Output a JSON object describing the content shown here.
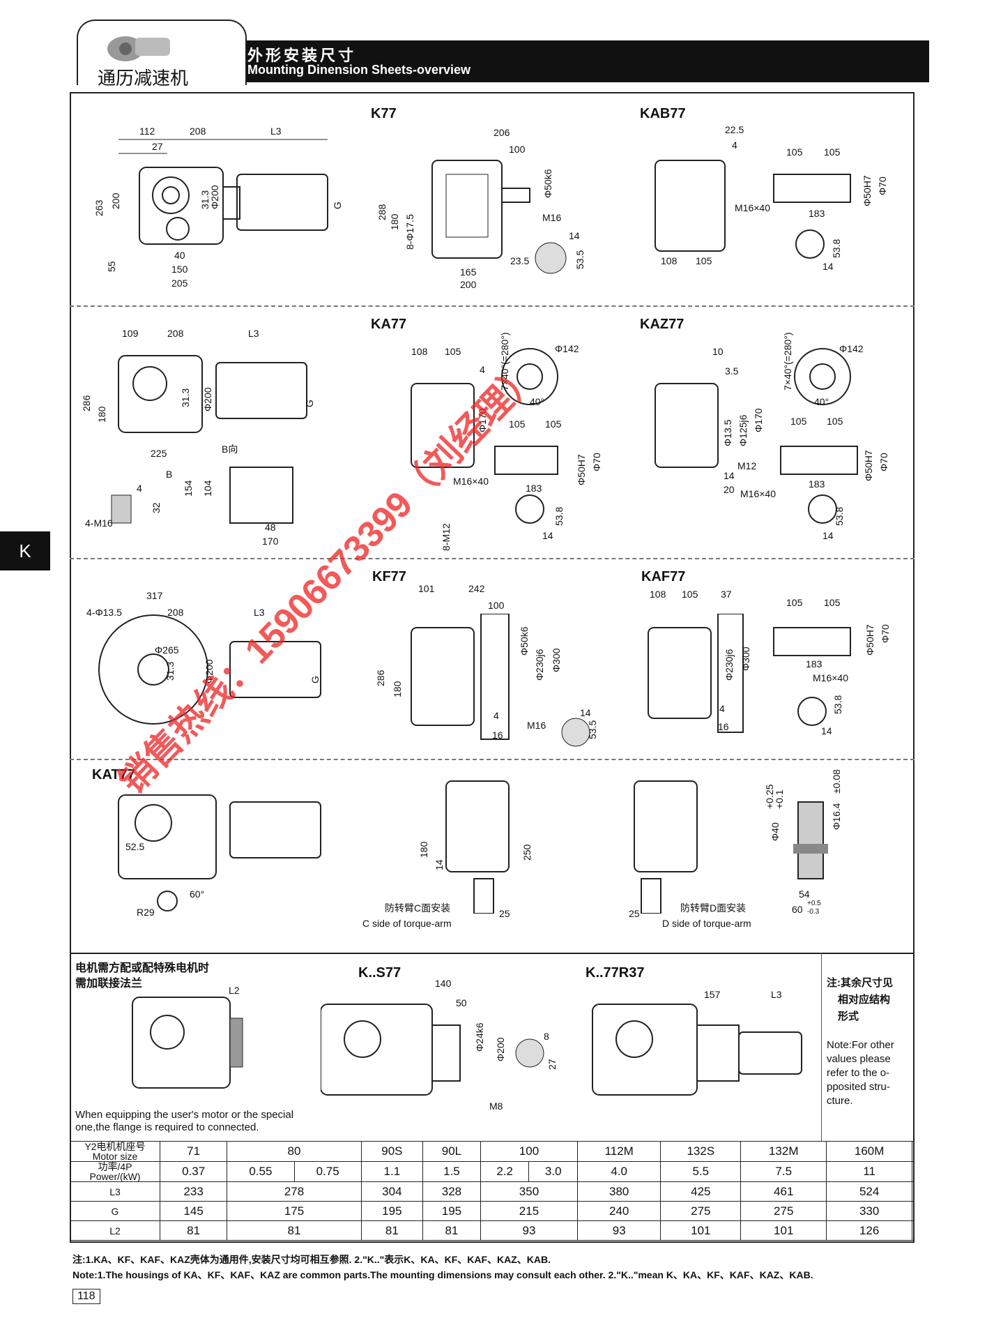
{
  "header": {
    "brand": "通历减速机",
    "title_cn": "外形安装尺寸",
    "title_en": "Mounting Dinension Sheets-overview"
  },
  "side_tab": "K",
  "sections": {
    "k77": {
      "title": "K77",
      "dims": [
        "112",
        "208",
        "L3",
        "27",
        "263",
        "200",
        "31.3",
        "Φ200",
        "G",
        "55",
        "40",
        "150",
        "205"
      ],
      "front_dims": [
        "206",
        "100",
        "Φ50k6",
        "288",
        "180",
        "8-Φ17.5",
        "M16",
        "14",
        "53.5",
        "23.5",
        "165",
        "200"
      ]
    },
    "kab77": {
      "title": "KAB77",
      "dims": [
        "22.5",
        "4",
        "105",
        "105",
        "M16×40",
        "Φ50H7",
        "Φ70",
        "183",
        "53.8",
        "14",
        "108",
        "105"
      ]
    },
    "ka77": {
      "title": "KA77",
      "dims": [
        "109",
        "208",
        "L3",
        "286",
        "180",
        "31.3",
        "Φ200",
        "G",
        "225",
        "B",
        "B向",
        "154",
        "104",
        "4-M16",
        "4",
        "32",
        "48",
        "170"
      ],
      "front_dims": [
        "108",
        "105",
        "4",
        "7×40°(=280°)",
        "Φ142",
        "40°",
        "Φ170",
        "105",
        "105",
        "M16×40",
        "Φ50H7",
        "Φ70",
        "183",
        "53.8",
        "14",
        "8-M12"
      ]
    },
    "kaz77": {
      "title": "KAZ77",
      "dims": [
        "10",
        "3.5",
        "7×40°(=280°)",
        "Φ142",
        "40°",
        "Φ13.5",
        "Φ125j6",
        "Φ170",
        "M12",
        "14",
        "20",
        "105",
        "105",
        "M16×40",
        "Φ50H7",
        "Φ70",
        "183",
        "53.8",
        "14"
      ]
    },
    "kf77": {
      "title": "KF77",
      "dims": [
        "317",
        "4-Φ13.5",
        "208",
        "L3",
        "Φ265",
        "31.3",
        "Φ200",
        "G",
        "101",
        "242",
        "100",
        "Φ50k6",
        "Φ230j6",
        "Φ300",
        "286",
        "180",
        "4",
        "16",
        "M16",
        "14",
        "53.5"
      ]
    },
    "kaf77": {
      "title": "KAF77",
      "dims": [
        "108",
        "105",
        "37",
        "Φ230j6",
        "Φ300",
        "4",
        "16",
        "105",
        "105",
        "Φ50H7",
        "Φ70",
        "183",
        "M16×40",
        "53.8",
        "14"
      ]
    },
    "kat77": {
      "title": "KAT77",
      "dims": [
        "52.5",
        "R29",
        "60°",
        "180",
        "14",
        "250",
        "25",
        "25",
        "Φ40",
        "+0.25",
        "+0.1",
        "Φ16.4",
        "±0.08",
        "54",
        "60",
        "+0.5",
        "-0.3"
      ],
      "c_side_cn": "防转臂C面安装",
      "c_side_en": "C side of torque-arm",
      "d_side_cn": "防转臂D面安装",
      "d_side_en": "D side of torque-arm"
    },
    "flange": {
      "note_cn_1": "电机需方配或配特殊电机时",
      "note_cn_2": "需加联接法兰",
      "l2": "L2",
      "note_en_1": "When equipping the user's motor or the special",
      "note_en_2": "one,the flange is required to connected."
    },
    "ks77": {
      "title": "K..S77",
      "dims": [
        "140",
        "50",
        "Φ24k6",
        "Φ200",
        "M8",
        "8",
        "27"
      ]
    },
    "k77r37": {
      "title": "K..77R37",
      "dims": [
        "157",
        "L3"
      ]
    },
    "side_note": {
      "cn_1": "注:其余尺寸见",
      "cn_2": "相对应结构",
      "cn_3": "形式",
      "en_1": "Note:For other",
      "en_2": "values please",
      "en_3": "refer to the o-",
      "en_4": "pposited stru-",
      "en_5": "cture."
    }
  },
  "watermark": {
    "line1": "销售热线：15906673399（刘经理）"
  },
  "spec_table": {
    "row_motor_cn": "Y2电机机座号",
    "row_motor_en": "Motor size",
    "row_power_cn": "功率/4P",
    "row_power_en": "Power/(kW)",
    "row_l3": "L3",
    "row_g": "G",
    "row_l2": "L2",
    "motor_sizes": [
      "71",
      "80",
      "90S",
      "90L",
      "100",
      "112M",
      "132S",
      "132M",
      "160M"
    ],
    "power": [
      "0.37",
      "0.55",
      "0.75",
      "1.1",
      "1.5",
      "2.2",
      "3.0",
      "4.0",
      "5.5",
      "7.5",
      "11"
    ],
    "l3": [
      "233",
      "278",
      "304",
      "328",
      "350",
      "380",
      "425",
      "461",
      "524"
    ],
    "g": [
      "145",
      "175",
      "195",
      "195",
      "215",
      "240",
      "275",
      "275",
      "330"
    ],
    "l2": [
      "81",
      "81",
      "81",
      "81",
      "93",
      "93",
      "101",
      "101",
      "126"
    ]
  },
  "footnotes": {
    "cn": "注:1.KA、KF、KAF、KAZ壳体为通用件,安装尺寸均可相互参照.    2.\"K..\"表示K、KA、KF、KAF、KAZ、KAB.",
    "en": "Note:1.The housings of KA、KF、KAF、KAZ are common parts.The mounting dimensions may consult each other. 2.\"K..\"mean K、KA、KF、KAF、KAZ、KAB."
  },
  "page_number": "118"
}
